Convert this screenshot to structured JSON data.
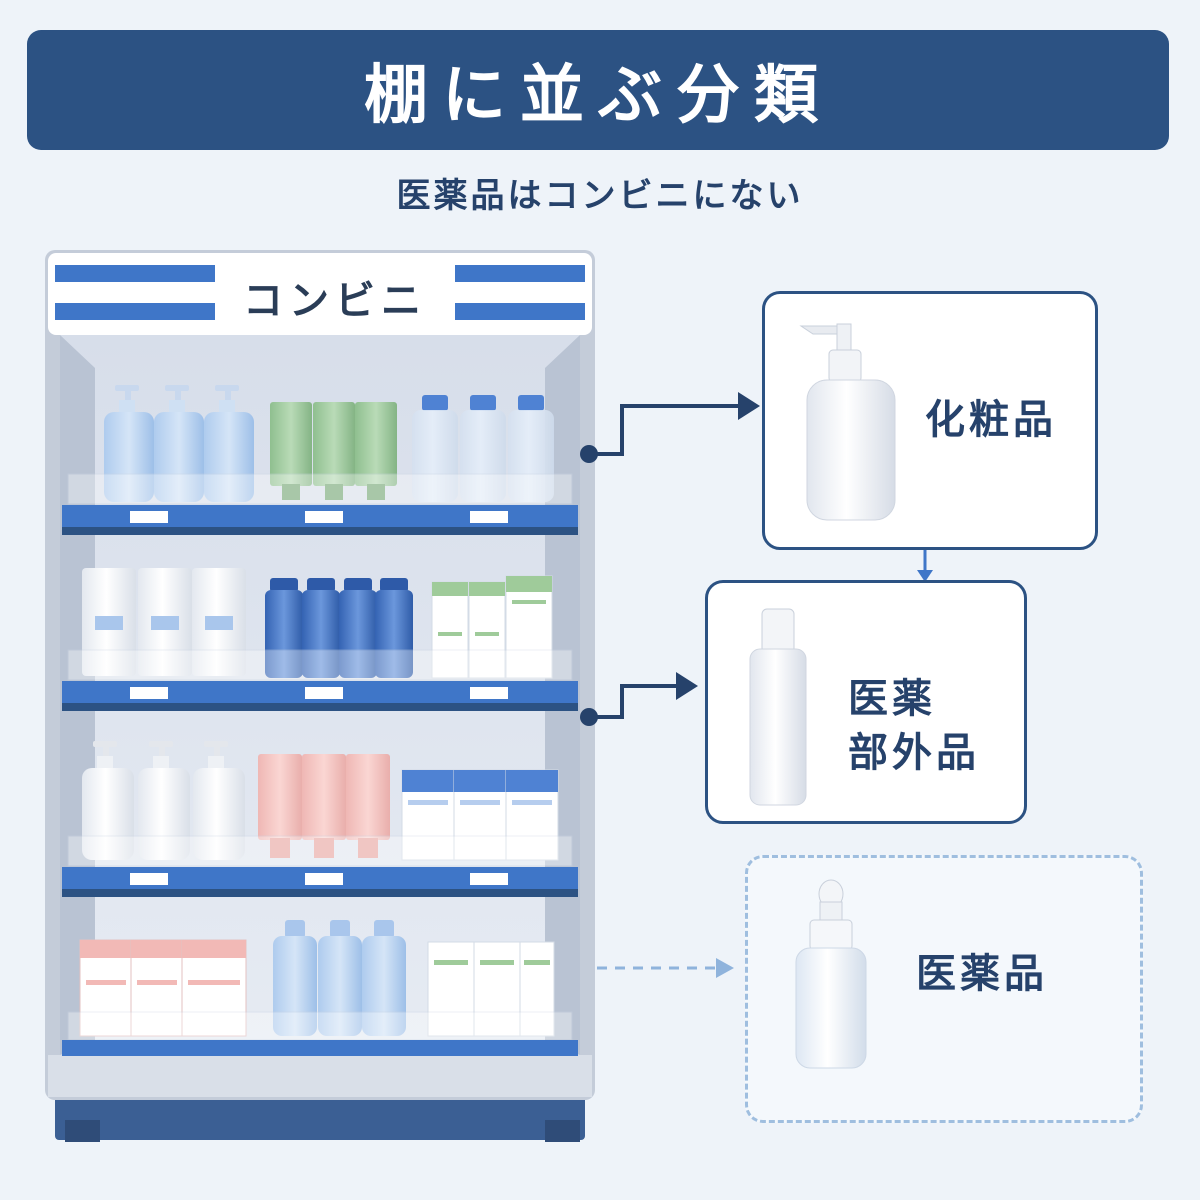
{
  "header": {
    "title": "棚に並ぶ分類"
  },
  "subtitle": "医薬品はコンビニにない",
  "store": {
    "sign": "コンビニ"
  },
  "categories": {
    "cosmetics": "化粧品",
    "quasi_drugs_line1": "医薬",
    "quasi_drugs_line2": "部外品",
    "drugs": "医薬品"
  },
  "colors": {
    "primary": "#2c5283",
    "accent_blue": "#3f76c8",
    "dashed": "#9fbedf",
    "background": "#eef3f9"
  }
}
